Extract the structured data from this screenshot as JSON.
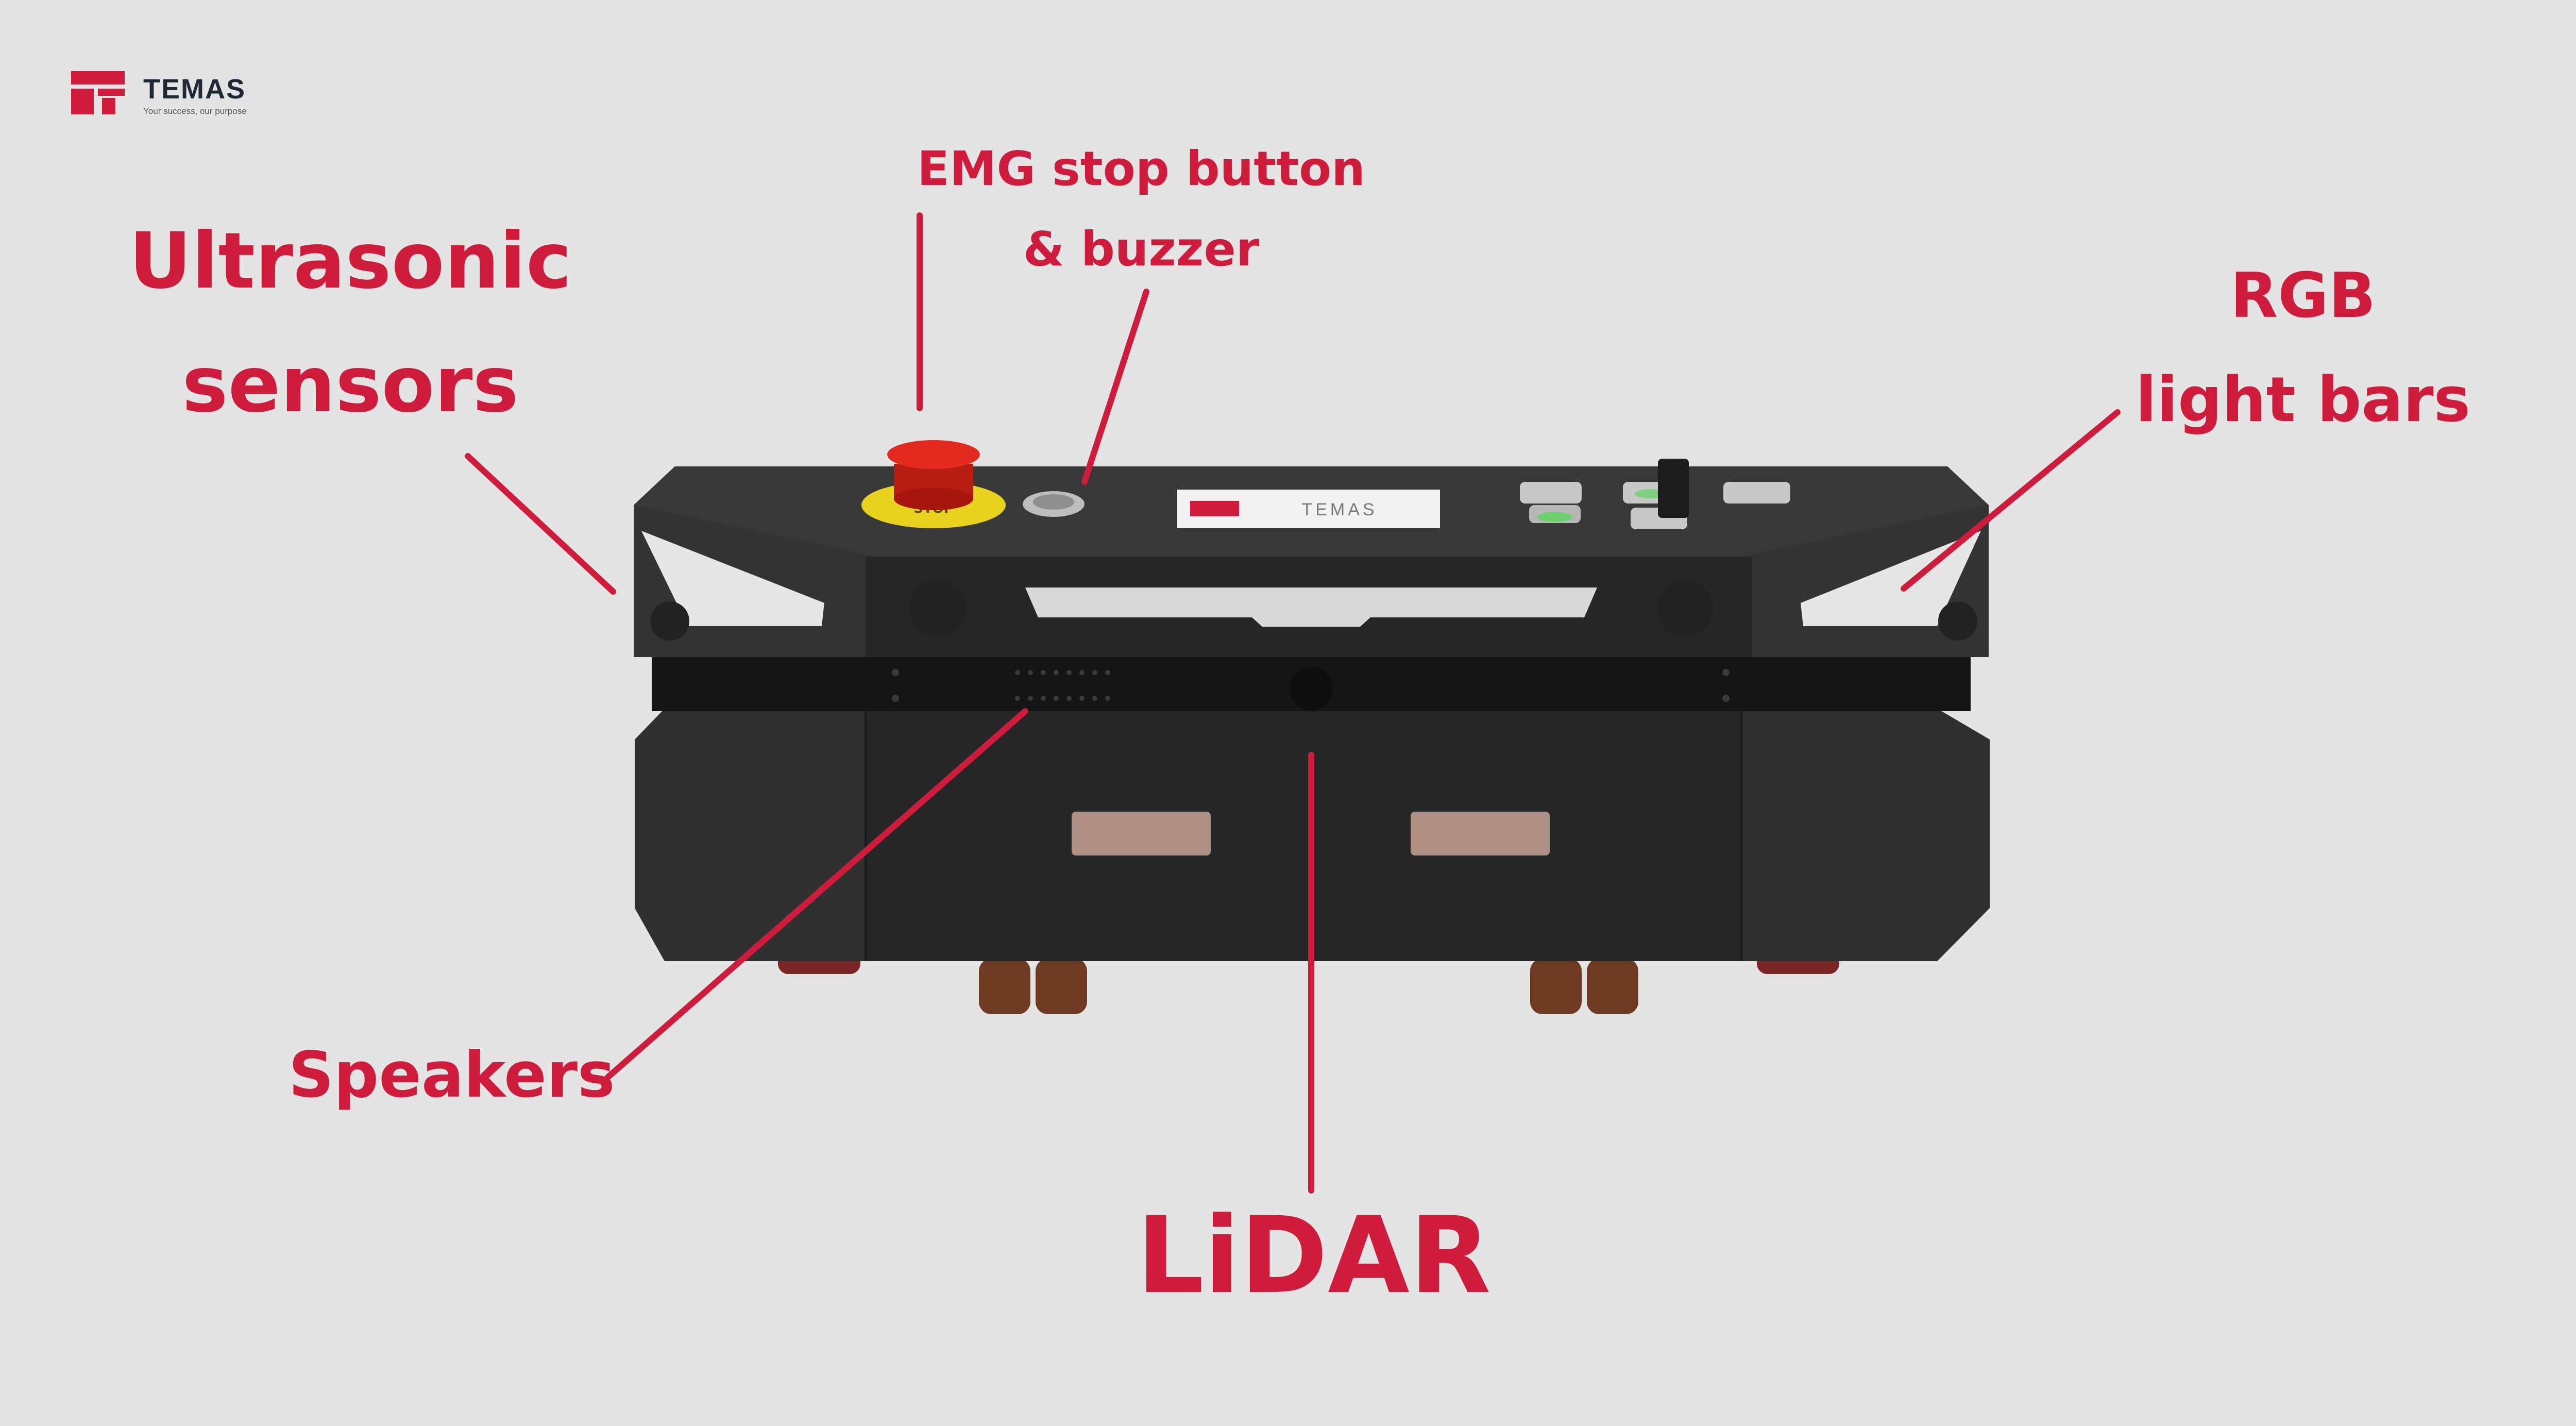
{
  "brand": {
    "name": "TEMAS",
    "tagline": "Your success, our purpose",
    "logo_color": "#d01c3c"
  },
  "robot": {
    "label_text": "TEMAS",
    "estop_ring_text": "STOP"
  },
  "callouts": {
    "ultrasonic": {
      "line1": "Ultrasonic",
      "line2": "sensors"
    },
    "emg": {
      "line1": "EMG stop button",
      "line2": "& buzzer"
    },
    "rgb": {
      "line1": "RGB",
      "line2": "light bars"
    },
    "speakers": {
      "text": "Speakers"
    },
    "lidar": {
      "text": "LiDAR"
    }
  },
  "colors": {
    "accent": "#d01c3c",
    "background": "#e4e4e4",
    "robot_body": "#2a2a2a"
  }
}
